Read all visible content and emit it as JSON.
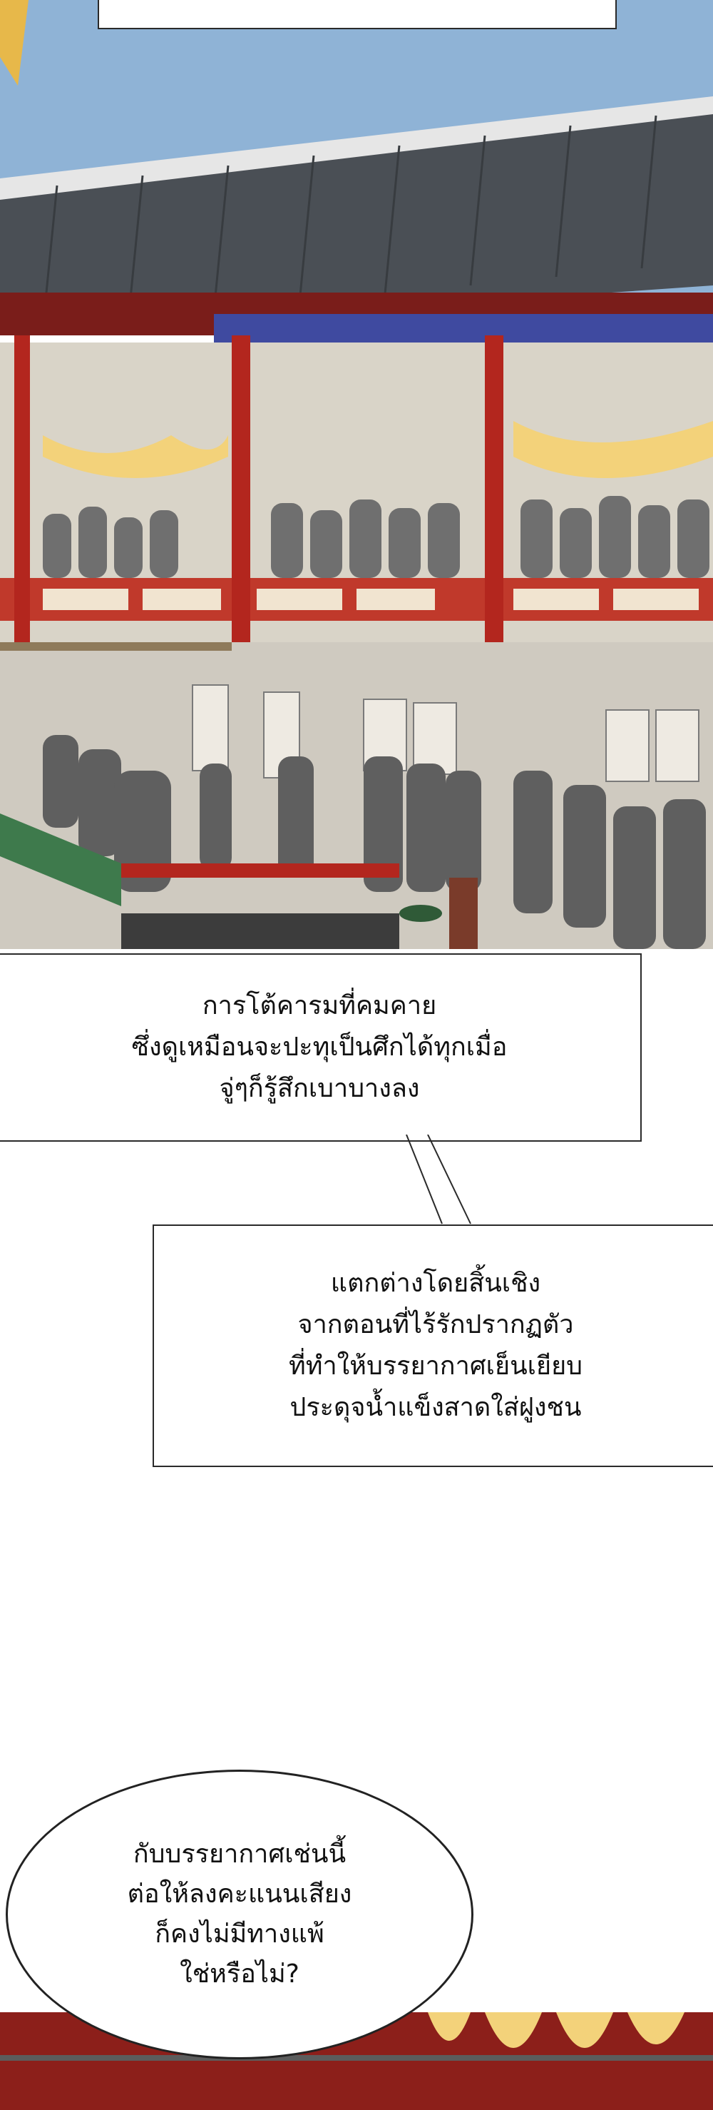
{
  "colors": {
    "sky": "#8fb3d6",
    "roof": "#4a4f55",
    "pillar": "#b3261e",
    "railing": "#c0392b",
    "curtain": "#f3d27a",
    "crowd": "#6f6f6f",
    "floor": "#3c3c3c"
  },
  "captions": {
    "first": "การโต้คารมที่คมคาย\nซึ่งดูเหมือนจะปะทุเป็นศึกได้ทุกเมื่อ\nจู่ๆก็รู้สึกเบาบางลง",
    "second": "แตกต่างโดยสิ้นเชิง\nจากตอนที่ไร้รักปรากฏตัว\nที่ทำให้บรรยากาศเย็นเยียบ\nประดุจน้ำแข็งสาดใส่ฝูงชน"
  },
  "speech": {
    "bubble": "กับบรรยากาศเช่นนี้\nต่อให้ลงคะแนนเสียง\nก็คงไม่มีทางแพ้\nใช่หรือไม่?"
  }
}
